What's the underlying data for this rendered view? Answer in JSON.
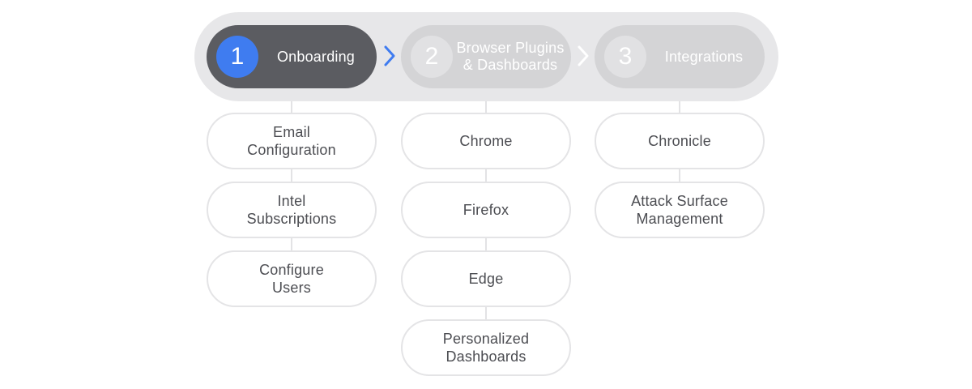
{
  "steps": [
    {
      "number": "1",
      "label": "Onboarding",
      "state": "active"
    },
    {
      "number": "2",
      "label": "Browser Plugins\n& Dashboards",
      "state": "inactive"
    },
    {
      "number": "3",
      "label": "Integrations",
      "state": "inactive"
    }
  ],
  "columns": [
    {
      "items": [
        "Email\nConfiguration",
        "Intel\nSubscriptions",
        "Configure\nUsers"
      ]
    },
    {
      "items": [
        "Chrome",
        "Firefox",
        "Edge",
        "Personalized\nDashboards"
      ]
    },
    {
      "items": [
        "Chronicle",
        "Attack Surface\nManagement"
      ]
    }
  ],
  "colors": {
    "active_step": "#5b5c61",
    "active_circle": "#3f7cf0",
    "inactive_step": "#d4d4d6",
    "track": "#e7e7e9",
    "chevron_active": "#3f7cf0",
    "chevron_inactive": "#ffffff"
  },
  "icons": {
    "separator": "chevron-right-icon"
  }
}
